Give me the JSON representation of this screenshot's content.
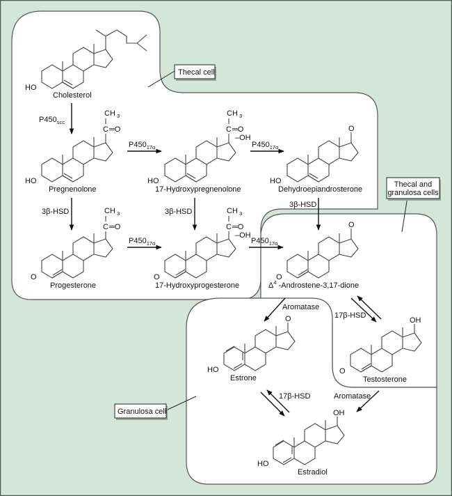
{
  "figure": {
    "background_color": "#d4e5da",
    "region_fill": "#ffffff",
    "border_color": "#555555"
  },
  "regions": {
    "thecal": {
      "label": "Thecal cell"
    },
    "thecal_granulosa": {
      "label_line1": "Thecal and",
      "label_line2": "granulosa cells"
    },
    "granulosa": {
      "label": "Granulosa cell"
    }
  },
  "compounds": {
    "cholesterol": "Cholesterol",
    "pregnenolone": "Pregnenolone",
    "hydroxypregnenolone": "17-Hydroxypregnenolone",
    "dhea": "Dehydroepiandrosterone",
    "progesterone": "Progesterone",
    "hydroxyprogesterone": "17-Hydroxyprogesterone",
    "androstenedione_prefix": "Δ",
    "androstenedione_sup": "4",
    "androstenedione": " -Androstene-3,17-dione",
    "testosterone": "Testosterone",
    "estrone": "Estrone",
    "estradiol": "Estradiol"
  },
  "atoms": {
    "ho": "HO",
    "o": "O",
    "oh": "OH",
    "minus_oh": "–OH",
    "ch": "CH",
    "ch_sub": "3",
    "c": "C",
    "eq_o": "═O"
  },
  "enzymes": {
    "p450scc_base": "P450",
    "p450scc_sub": "scc",
    "p450_17a_base": "P450",
    "p450_17a_sub": "17α",
    "hsd3b": "3β-HSD",
    "hsd17b": "17β-HSD",
    "aromatase": "Aromatase"
  }
}
